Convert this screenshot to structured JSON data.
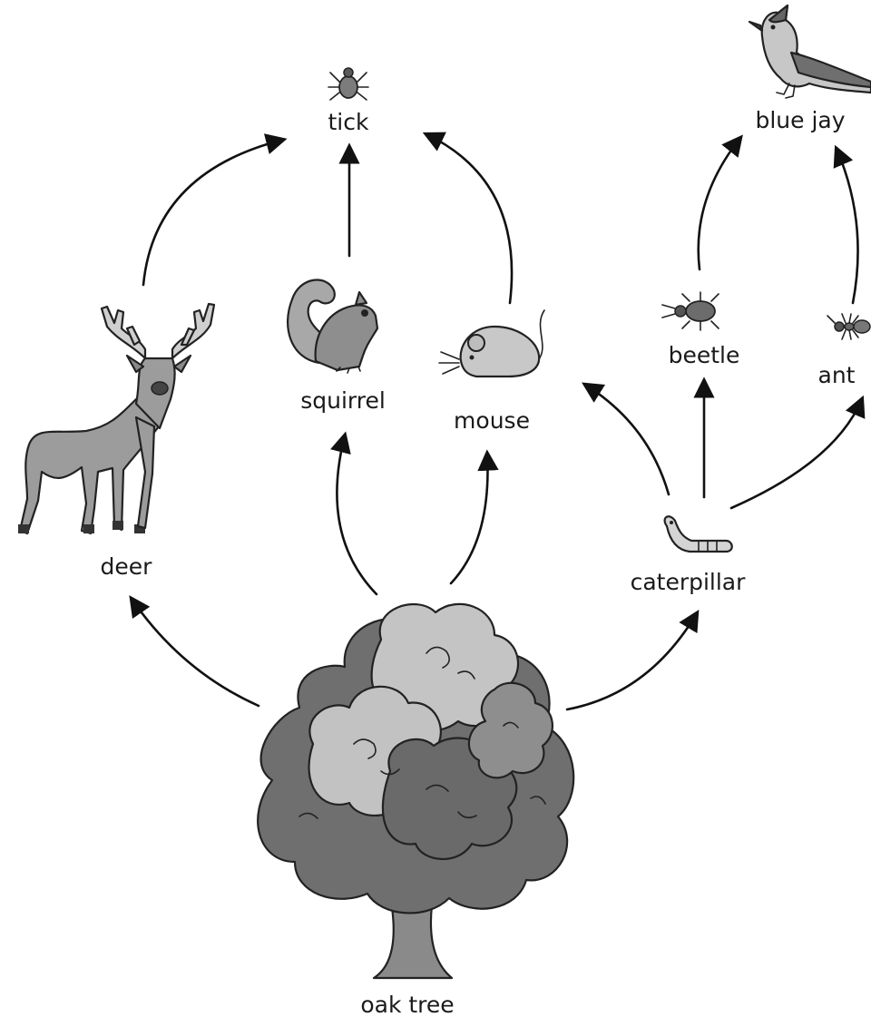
{
  "organisms": {
    "tick": "tick",
    "blue_jay": "blue jay",
    "squirrel": "squirrel",
    "mouse": "mouse",
    "beetle": "beetle",
    "ant": "ant",
    "deer": "deer",
    "caterpillar": "caterpillar",
    "oak_tree": "oak tree"
  },
  "energy_flows": [
    {
      "from": "oak tree",
      "to": "deer"
    },
    {
      "from": "oak tree",
      "to": "squirrel"
    },
    {
      "from": "oak tree",
      "to": "mouse"
    },
    {
      "from": "oak tree",
      "to": "caterpillar"
    },
    {
      "from": "deer",
      "to": "tick"
    },
    {
      "from": "squirrel",
      "to": "tick"
    },
    {
      "from": "mouse",
      "to": "tick"
    },
    {
      "from": "caterpillar",
      "to": "mouse"
    },
    {
      "from": "caterpillar",
      "to": "beetle"
    },
    {
      "from": "caterpillar",
      "to": "ant"
    },
    {
      "from": "beetle",
      "to": "blue jay"
    },
    {
      "from": "ant",
      "to": "blue jay"
    }
  ],
  "colors": {
    "dark_gray": "#6b6b6b",
    "mid_gray": "#9a9a9a",
    "light_gray": "#c8c8c8",
    "outline": "#222222"
  }
}
